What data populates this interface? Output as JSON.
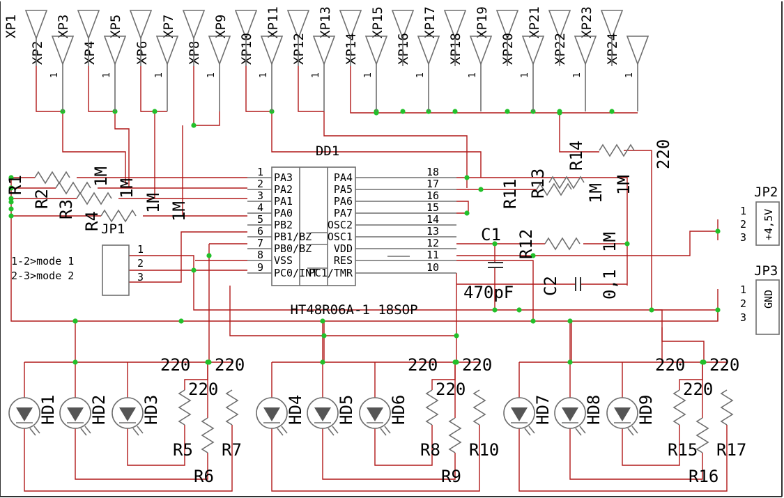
{
  "connectors_top": {
    "upper": [
      "XP1",
      "XP3",
      "XP5",
      "XP7",
      "XP9",
      "XP11",
      "XP13",
      "XP15",
      "XP17",
      "XP19",
      "XP21",
      "XP23"
    ],
    "lower": [
      "XP2",
      "XP4",
      "XP6",
      "XP8",
      "XP10",
      "XP12",
      "XP14",
      "XP16",
      "XP18",
      "XP20",
      "XP22",
      "XP24"
    ],
    "pin_label": "1"
  },
  "mcu": {
    "ref": "DD1",
    "part": "HT48R06A-1 18SOP",
    "left_pins": [
      {
        "num": "1",
        "name": "PA3"
      },
      {
        "num": "2",
        "name": "PA2"
      },
      {
        "num": "3",
        "name": "PA1"
      },
      {
        "num": "4",
        "name": "PA0"
      },
      {
        "num": "5",
        "name": "PB2"
      },
      {
        "num": "6",
        "name": "PB1/BZ"
      },
      {
        "num": "7",
        "name": "PB0/BZ"
      },
      {
        "num": "8",
        "name": "VSS"
      },
      {
        "num": "9",
        "name": "PC0/INT"
      }
    ],
    "right_pins": [
      {
        "num": "18",
        "name": "PA4"
      },
      {
        "num": "17",
        "name": "PA5"
      },
      {
        "num": "16",
        "name": "PA6"
      },
      {
        "num": "15",
        "name": "PA7"
      },
      {
        "num": "14",
        "name": "OSC2"
      },
      {
        "num": "13",
        "name": "OSC1"
      },
      {
        "num": "12",
        "name": "VDD"
      },
      {
        "num": "11",
        "name": "RES"
      },
      {
        "num": "10",
        "name": "PC1/TMR"
      }
    ]
  },
  "pullups_left": {
    "refs": [
      "R1",
      "R2",
      "R3",
      "R4"
    ],
    "values": [
      "1M",
      "1M",
      "1M",
      "1M"
    ]
  },
  "pullups_right": {
    "refs": [
      "R11",
      "R13",
      "R14",
      "R12"
    ],
    "values": [
      "1M",
      "1M",
      "220",
      "1M"
    ]
  },
  "jumper_mode": {
    "ref": "JP1",
    "pins": [
      "1",
      "2",
      "3"
    ],
    "note1": "1-2>mode 1",
    "note2": "2-3>mode 2"
  },
  "power": {
    "jp2": {
      "ref": "JP2",
      "pins": [
        "1",
        "2",
        "3"
      ],
      "label": "+4,5V"
    },
    "jp3": {
      "ref": "JP3",
      "pins": [
        "1",
        "2",
        "3"
      ],
      "label": "GND"
    }
  },
  "caps": {
    "c1": {
      "ref": "C1",
      "value": "470pF"
    },
    "c2": {
      "ref": "C2",
      "value": "0,1"
    }
  },
  "led_groups": [
    {
      "leds": [
        "HD1",
        "HD2",
        "HD3"
      ],
      "resistors": [
        "R5",
        "R6",
        "R7"
      ],
      "values": [
        "220",
        "220",
        "220"
      ]
    },
    {
      "leds": [
        "HD4",
        "HD5",
        "HD6"
      ],
      "resistors": [
        "R8",
        "R9",
        "R10"
      ],
      "values": [
        "220",
        "220",
        "220"
      ]
    },
    {
      "leds": [
        "HD7",
        "HD8",
        "HD9"
      ],
      "resistors": [
        "R15",
        "R16",
        "R17"
      ],
      "values": [
        "220",
        "220",
        "220"
      ]
    }
  ]
}
